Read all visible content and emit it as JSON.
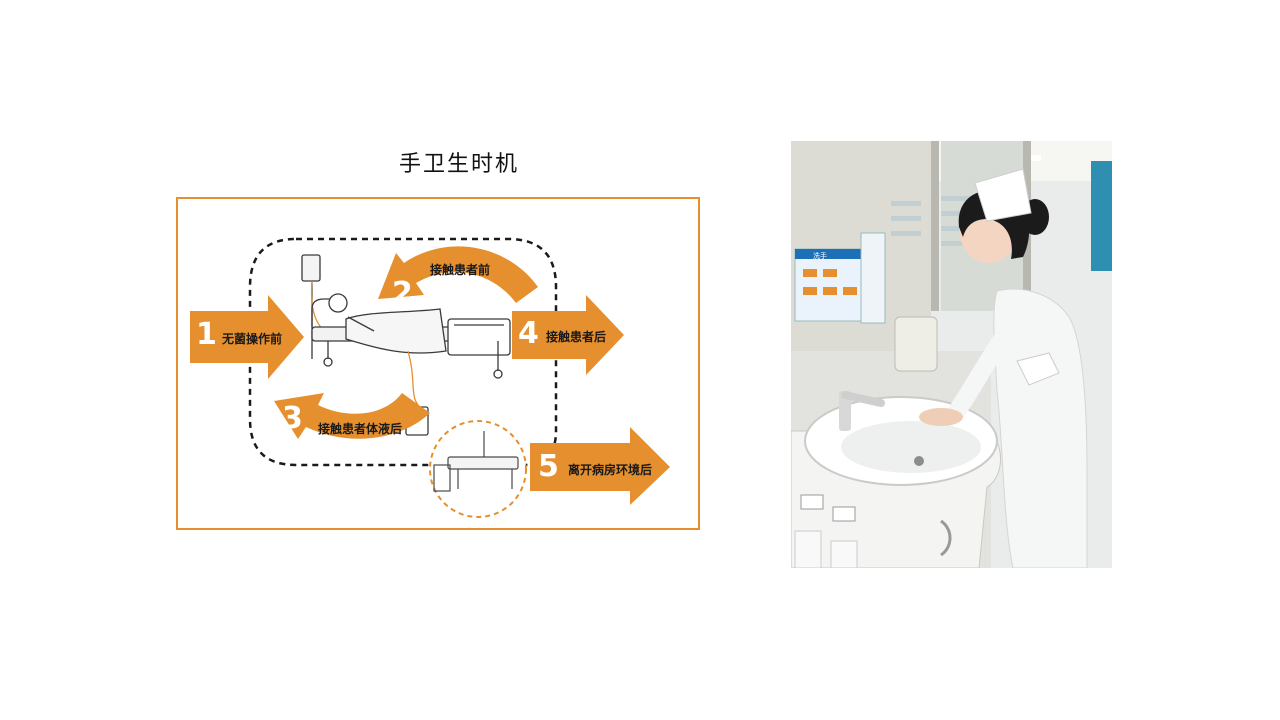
{
  "slide": {
    "title": "手卫生时机"
  },
  "diagram": {
    "accent_color": "#e58f2e",
    "moments": [
      {
        "number": "1",
        "label": "无菌操作前"
      },
      {
        "number": "2",
        "label": "接触患者前"
      },
      {
        "number": "3",
        "label": "接触患者体液后"
      },
      {
        "number": "4",
        "label": "接触患者后"
      },
      {
        "number": "5",
        "label": "离开病房环境后"
      }
    ]
  },
  "photo": {
    "subject": "nurse-washing-hands-at-sink",
    "poster_text": "洗手"
  }
}
